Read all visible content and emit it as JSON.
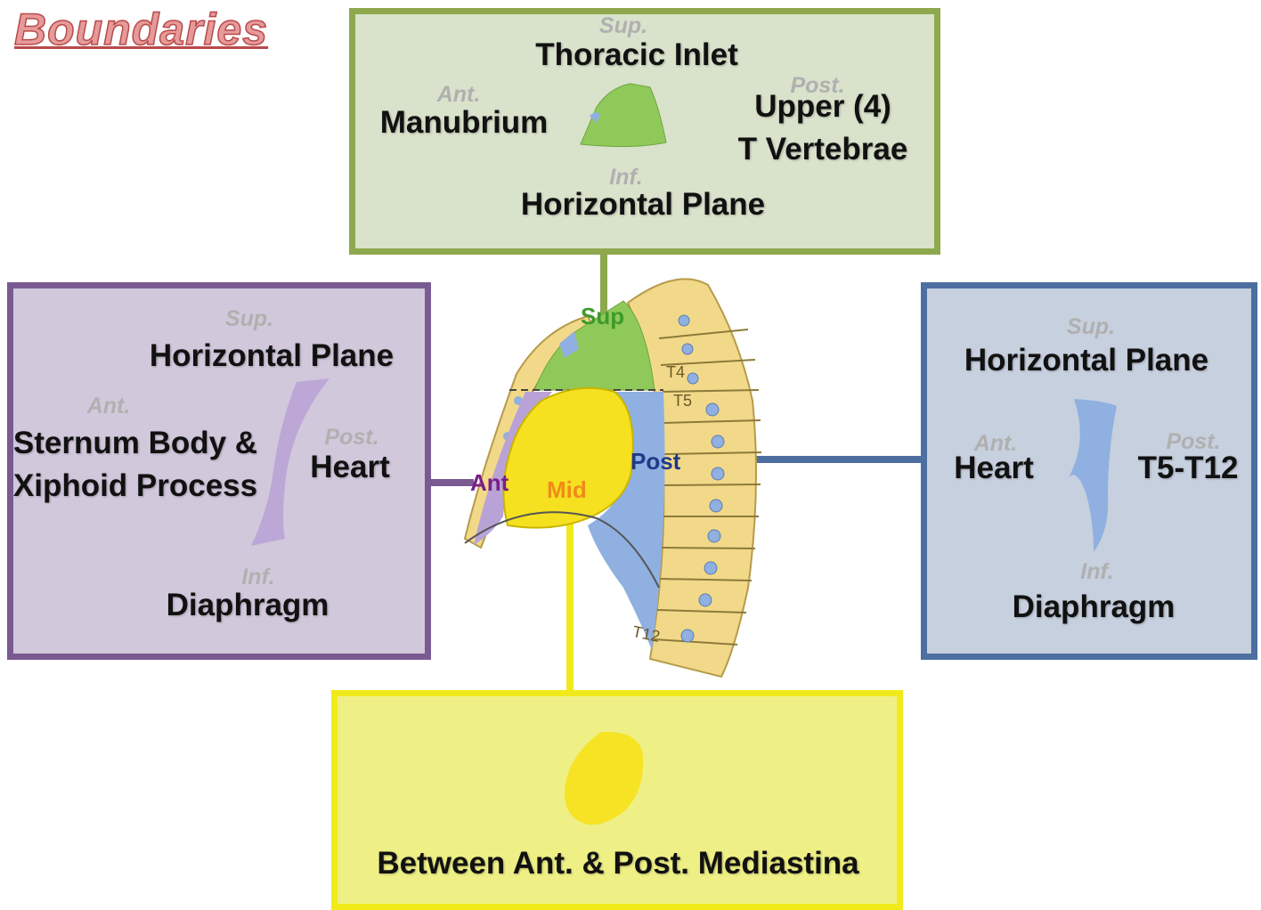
{
  "title": "Boundaries",
  "superior": {
    "sup_label": "Sup.",
    "sup_text": "Thoracic Inlet",
    "ant_label": "Ant.",
    "ant_text": "Manubrium",
    "post_label": "Post.",
    "post_text_1": "Upper (4)",
    "post_text_2": "T Vertebrae",
    "inf_label": "Inf.",
    "inf_text": "Horizontal Plane"
  },
  "anterior": {
    "sup_label": "Sup.",
    "sup_text": "Horizontal Plane",
    "ant_label": "Ant.",
    "ant_text_1": "Sternum Body &",
    "ant_text_2": "Xiphoid Process",
    "post_label": "Post.",
    "post_text": "Heart",
    "inf_label": "Inf.",
    "inf_text": "Diaphragm"
  },
  "posterior": {
    "sup_label": "Sup.",
    "sup_text": "Horizontal Plane",
    "ant_label": "Ant.",
    "ant_text": "Heart",
    "post_label": "Post.",
    "post_text": "T5-T12",
    "inf_label": "Inf.",
    "inf_text": "Diaphragm"
  },
  "middle": {
    "text": "Between Ant. & Post. Mediastina"
  },
  "diagram_labels": {
    "sup": "Sup",
    "ant": "Ant",
    "mid": "Mid",
    "post": "Post",
    "t4": "T4",
    "t5": "T5",
    "t12": "T12"
  },
  "colors": {
    "superior": "#8ea84d",
    "anterior": "#7a5a92",
    "posterior": "#4d6ea0",
    "middle": "#f1ea1a",
    "region_sup": "#8fc95a",
    "region_ant": "#b9a3d6",
    "region_mid": "#f5e11f",
    "region_post": "#8fb0e0",
    "bone": "#f2d98a"
  }
}
